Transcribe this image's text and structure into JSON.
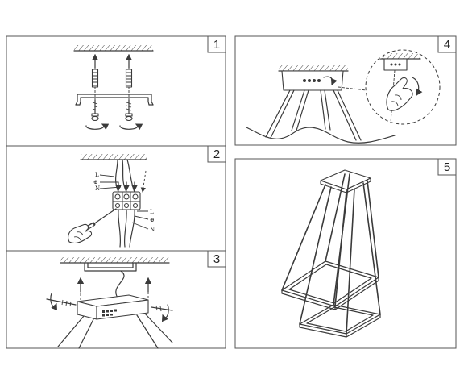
{
  "colors": {
    "line": "#3a3a3a",
    "panel_border": "#555555",
    "background": "#ffffff"
  },
  "steps": [
    {
      "number": "1"
    },
    {
      "number": "2"
    },
    {
      "number": "3"
    },
    {
      "number": "4"
    },
    {
      "number": "5"
    }
  ],
  "wiring": {
    "supply_labels": {
      "live": "L",
      "earth": "⊕",
      "neutral": "N"
    },
    "lamp_labels": {
      "live": "L",
      "earth": "⊕",
      "neutral": "N"
    }
  },
  "icons": {
    "rotation": "rotate-arrow-icon",
    "direction": "arrow-up-icon",
    "tool": "screwdriver-icon",
    "hand": "hand-icon",
    "detail": "magnifier-detail-icon"
  }
}
